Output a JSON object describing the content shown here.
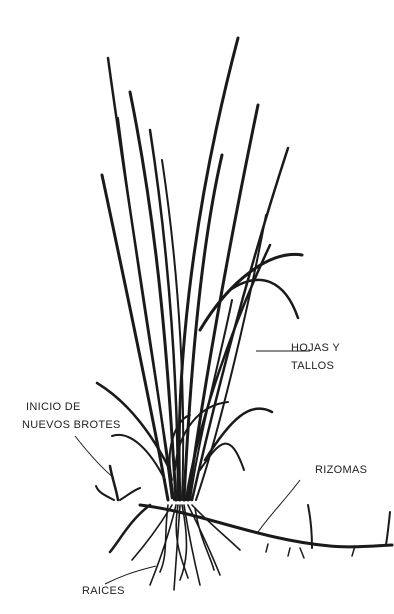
{
  "labels": {
    "hojas_line1": "HOJAS Y",
    "hojas_line2": "TALLOS",
    "inicio_line1": "INICIO DE",
    "inicio_line2": "NUEVOS BROTES",
    "rizomas": "RIZOMAS",
    "raices": "RAICES"
  },
  "colors": {
    "ink": "#1a1a1a",
    "background": "#ffffff"
  }
}
